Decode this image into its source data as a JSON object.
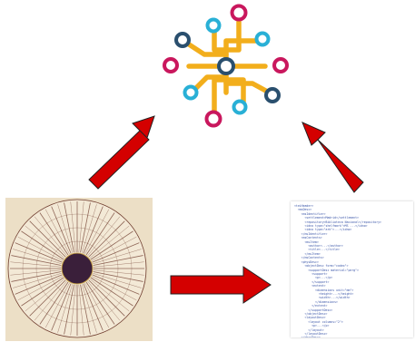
{
  "diagram": {
    "colors": {
      "network_trunk": "#f2ae1c",
      "node_navy": "#2a4f6e",
      "node_cyan": "#29b0d6",
      "node_magenta": "#c9175d",
      "arrow_fill": "#d40000",
      "arrow_outline": "#222222",
      "manuscript_paper": "#ecdfc6",
      "manuscript_ink": "#6e3b2d",
      "manuscript_center": "#3a1f3a",
      "xml_text": "#3a55a8"
    },
    "icons": {
      "top": "network-node-icon",
      "bottom_left": "circular-manuscript-image",
      "bottom_right": "xml-document-image"
    },
    "xml_lines": [
      "<teiHeader>",
      "  <msDesc>",
      "    <msIdentifier>",
      "      <settlement>Madrid</settlement>",
      "      <repository>Biblioteca Nacional</repository>",
      "      <idno type=\"shelfmark\">MS ...</idno>",
      "      <idno type=\"ark\">...</idno>",
      "    </msIdentifier>",
      "    <msContents>",
      "      <msItem>",
      "        <author>...</author>",
      "        <title>...</title>",
      "      </msItem>",
      "    </msContents>",
      "    <physDesc>",
      "      <objectDesc form=\"codex\">",
      "        <supportDesc material=\"perg\">",
      "          <support>",
      "            <p>...</p>",
      "          </support>",
      "          <extent>",
      "            <dimensions unit=\"mm\">",
      "              <height>...</height>",
      "              <width>...</width>",
      "            </dimensions>",
      "          </extent>",
      "        </supportDesc>",
      "      </objectDesc>",
      "      <layoutDesc>",
      "        <layout columns=\"2\">",
      "          <p>...</p>",
      "        </layout>",
      "      </layoutDesc>",
      "    </physDesc>"
    ]
  }
}
